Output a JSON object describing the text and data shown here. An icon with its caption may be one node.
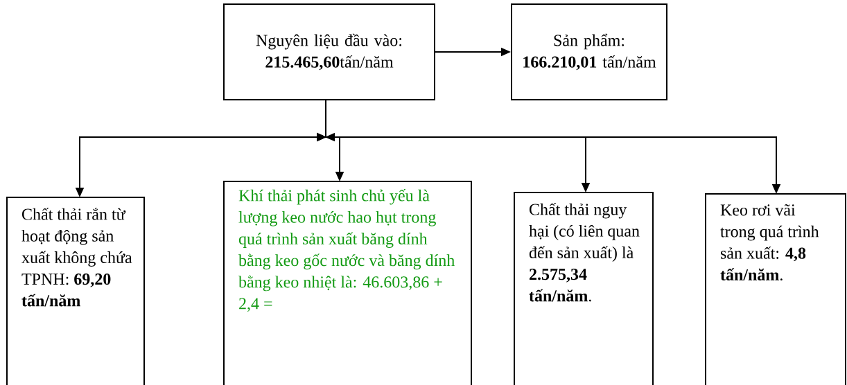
{
  "diagram": {
    "nodes": [
      {
        "text": [
          "Nguyên liệu đầu vào: **215.465,60**tấn/năm"
        ]
      },
      {
        "text": [
          "Sản phẩm: **166.210,01** tấn/năm"
        ]
      },
      {
        "text": [
          "Chất thải rắn từ hoạt động sản xuất không chứa TPNH: **69,20 tấn/năm**"
        ]
      },
      {
        "text": [
          "Khí thải phát sinh chủ yếu là lượng keo nước hao hụt trong quá trình sản xuất băng dính bằng keo gốc nước và băng dính bằng keo nhiệt là: 46.603,86 + 2,4 ="
        ]
      },
      {
        "text": [
          "Chất thải nguy hại (có liên quan đến sản xuất) là **2.575,34 tấn/năm**."
        ]
      },
      {
        "text": [
          "Keo rơi vãi trong quá trình sản xuất:  **4,8 tấn/năm**."
        ]
      }
    ],
    "edges": [
      {
        "from": 0,
        "to": 1,
        "arrow": "to"
      },
      {
        "from": 0,
        "to": 2,
        "arrow": "to"
      },
      {
        "from": 0,
        "to": 3,
        "arrow": "to"
      },
      {
        "from": 0,
        "to": 4,
        "arrow": "to"
      },
      {
        "from": 0,
        "to": 5,
        "arrow": "to"
      }
    ]
  }
}
